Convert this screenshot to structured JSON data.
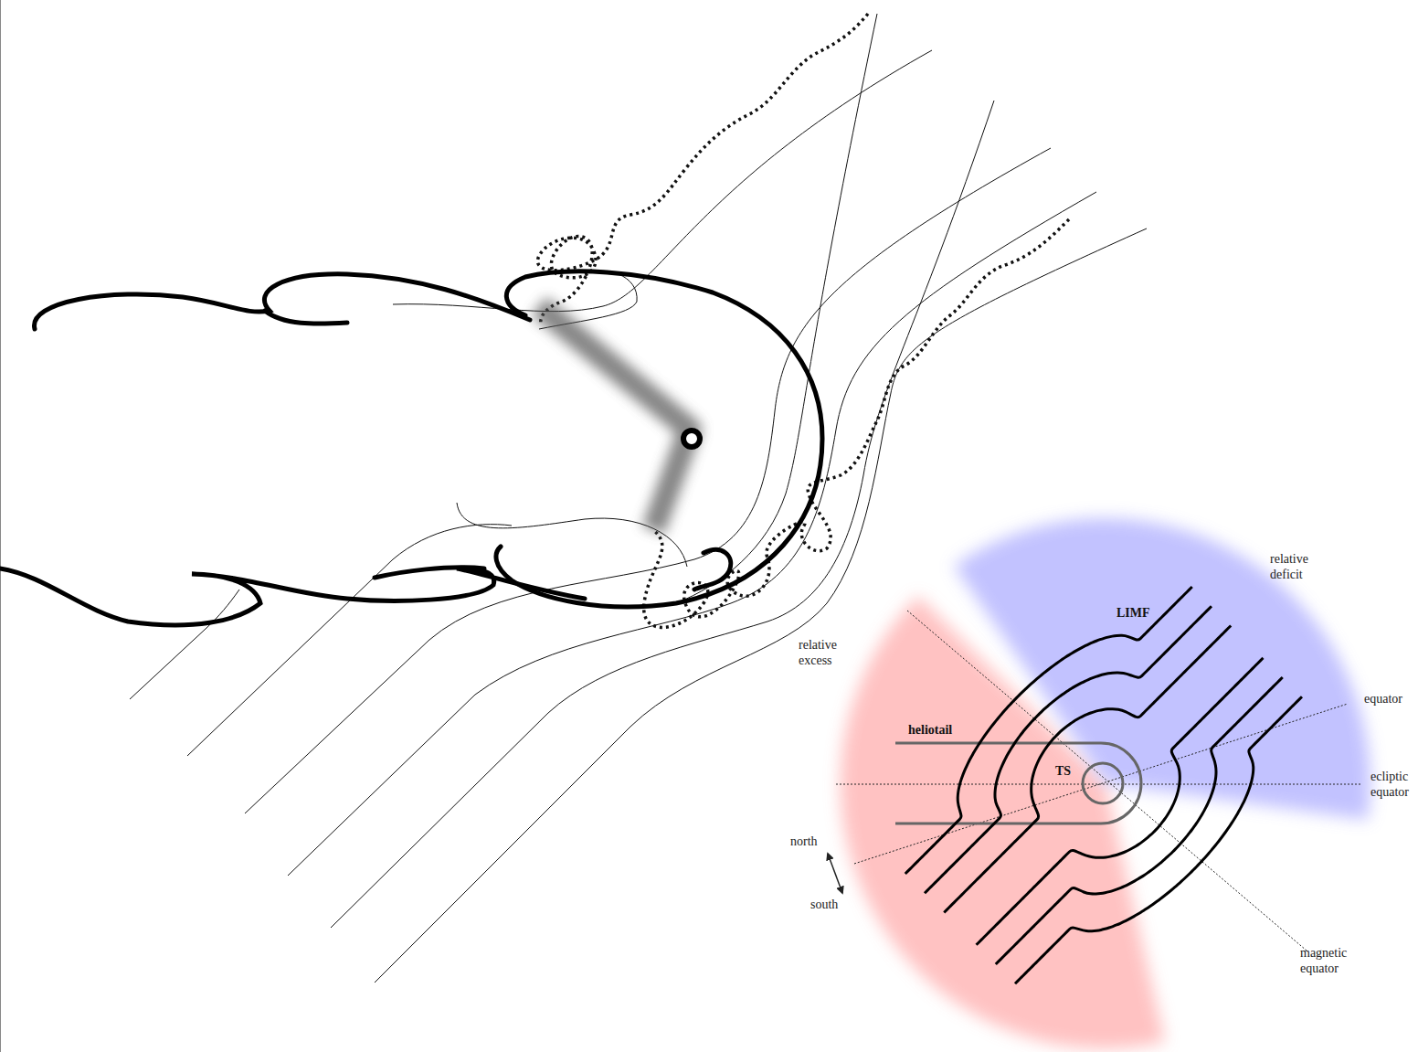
{
  "diagram": {
    "labels": [
      "relative deficit",
      "LIMF",
      "relative excess",
      "heliotail",
      "TS",
      "equator",
      "ecliptic equator",
      "north",
      "south",
      "magnetic equator"
    ]
  }
}
